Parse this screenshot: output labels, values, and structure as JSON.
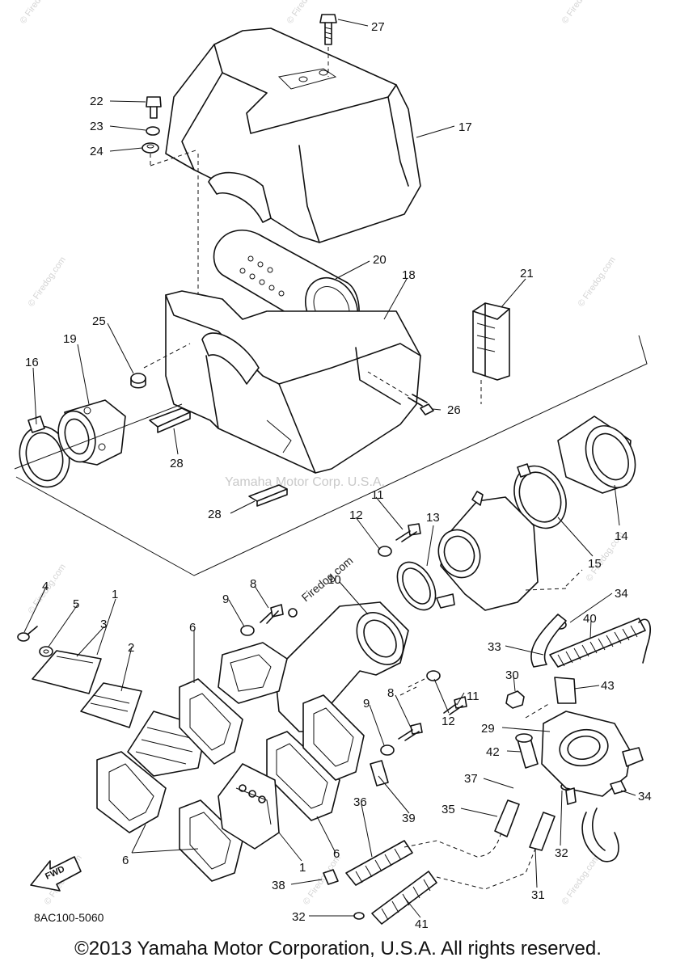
{
  "watermark": {
    "center": "Yamaha Motor Corp. U.S.A.",
    "firedog": "© Firedog.com",
    "firedog_inline": "Firedog.com"
  },
  "diagram_code": "8AC100-5060",
  "fwd_label": "FWD",
  "copyright": "©2013 Yamaha Motor Corporation, U.S.A. All rights reserved.",
  "callouts": [
    "27",
    "22",
    "23",
    "24",
    "17",
    "20",
    "18",
    "21",
    "25",
    "19",
    "16",
    "26",
    "28",
    "28",
    "11",
    "13",
    "12",
    "14",
    "15",
    "10",
    "8",
    "9",
    "4",
    "5",
    "1",
    "3",
    "2",
    "6",
    "34",
    "40",
    "33",
    "30",
    "43",
    "11",
    "12",
    "8",
    "9",
    "29",
    "42",
    "37",
    "34",
    "36",
    "35",
    "39",
    "32",
    "6",
    "6",
    "1",
    "38",
    "31",
    "32",
    "41"
  ]
}
